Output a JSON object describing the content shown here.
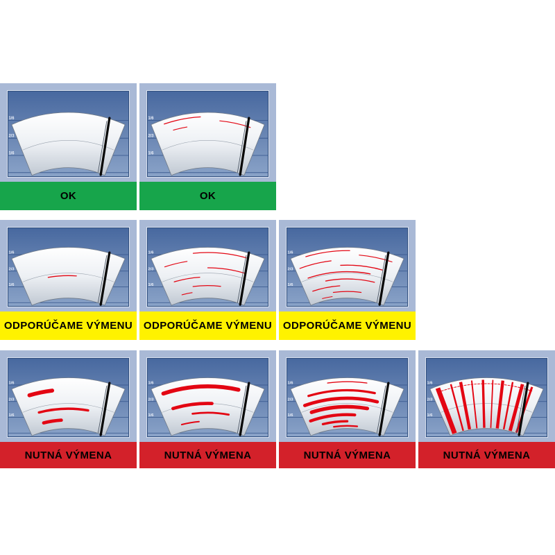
{
  "chart": {
    "scale_labels": [
      "1/6",
      "2/3",
      "1/6"
    ],
    "statuses": {
      "ok": {
        "label": "OK",
        "bg": "#17a54b",
        "text_color": "#000000"
      },
      "recommend": {
        "label": "ODPORÚČAME VÝMENU",
        "bg": "#fff200",
        "text_color": "#000000"
      },
      "required": {
        "label": "NUTNÁ VÝMENA",
        "bg": "#d3212a",
        "text_color": "#000000"
      }
    },
    "rows": [
      {
        "cells": [
          {
            "status": "ok",
            "wear": "none"
          },
          {
            "status": "ok",
            "wear": "light-marks"
          }
        ]
      },
      {
        "cells": [
          {
            "status": "recommend",
            "wear": "single-line"
          },
          {
            "status": "recommend",
            "wear": "few-lines"
          },
          {
            "status": "recommend",
            "wear": "many-lines"
          }
        ]
      },
      {
        "cells": [
          {
            "status": "required",
            "wear": "smears"
          },
          {
            "status": "required",
            "wear": "heavy-smears"
          },
          {
            "status": "required",
            "wear": "dense-streaks"
          },
          {
            "status": "required",
            "wear": "shredded"
          }
        ]
      }
    ],
    "colors": {
      "cell_bg": "#a9b9d6",
      "screen_top": "#47689f",
      "screen_bottom": "#8aa3c8",
      "grid_line": "#33538a",
      "streak_red": "#e30613",
      "blade_black": "#0a0a0a"
    }
  }
}
